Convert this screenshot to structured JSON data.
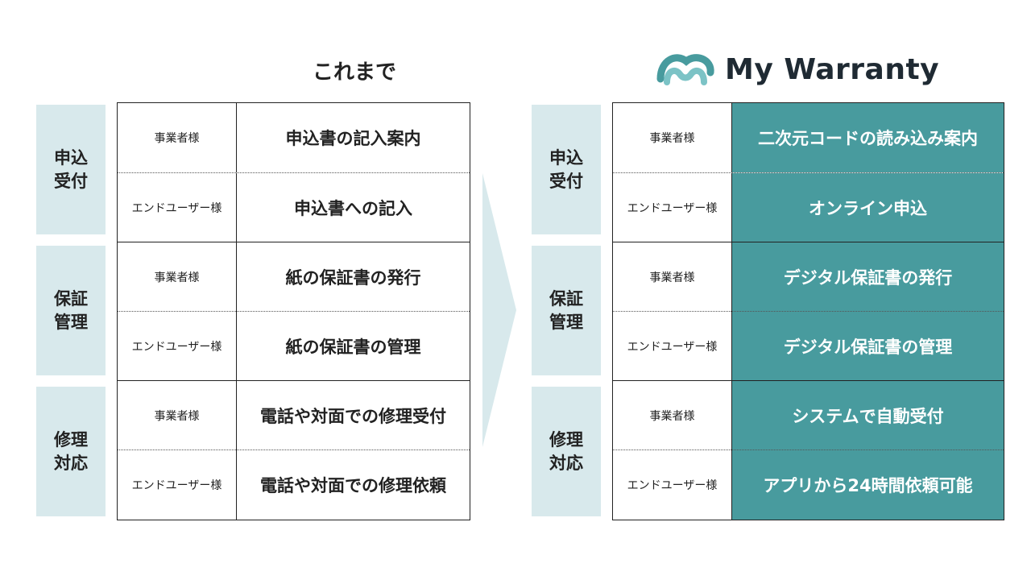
{
  "left_title": "これまで",
  "logo": {
    "text": "My Warranty",
    "icon": "mw-logo-icon"
  },
  "colors": {
    "category_bg": "#d8e9ec",
    "teal": "#489b9e",
    "arrow": "#d8e9ec"
  },
  "left": {
    "categories": [
      {
        "line1": "申込",
        "line2": "受付"
      },
      {
        "line1": "保証",
        "line2": "管理"
      },
      {
        "line1": "修理",
        "line2": "対応"
      }
    ],
    "rows": [
      {
        "who": "事業者様",
        "what": "申込書の記入案内"
      },
      {
        "who": "エンドユーザー様",
        "what": "申込書への記入"
      },
      {
        "who": "事業者様",
        "what": "紙の保証書の発行"
      },
      {
        "who": "エンドユーザー様",
        "what": "紙の保証書の管理"
      },
      {
        "who": "事業者様",
        "what": "電話や対面での修理受付"
      },
      {
        "who": "エンドユーザー様",
        "what": "電話や対面での修理依頼"
      }
    ]
  },
  "right": {
    "categories": [
      {
        "line1": "申込",
        "line2": "受付"
      },
      {
        "line1": "保証",
        "line2": "管理"
      },
      {
        "line1": "修理",
        "line2": "対応"
      }
    ],
    "rows": [
      {
        "who": "事業者様",
        "what": "二次元コードの読み込み案内"
      },
      {
        "who": "エンドユーザー様",
        "what": "オンライン申込"
      },
      {
        "who": "事業者様",
        "what": "デジタル保証書の発行"
      },
      {
        "who": "エンドユーザー様",
        "what": "デジタル保証書の管理"
      },
      {
        "who": "事業者様",
        "what": "システムで自動受付"
      },
      {
        "who": "エンドユーザー様",
        "what": "アプリから24時間依頼可能"
      }
    ]
  }
}
